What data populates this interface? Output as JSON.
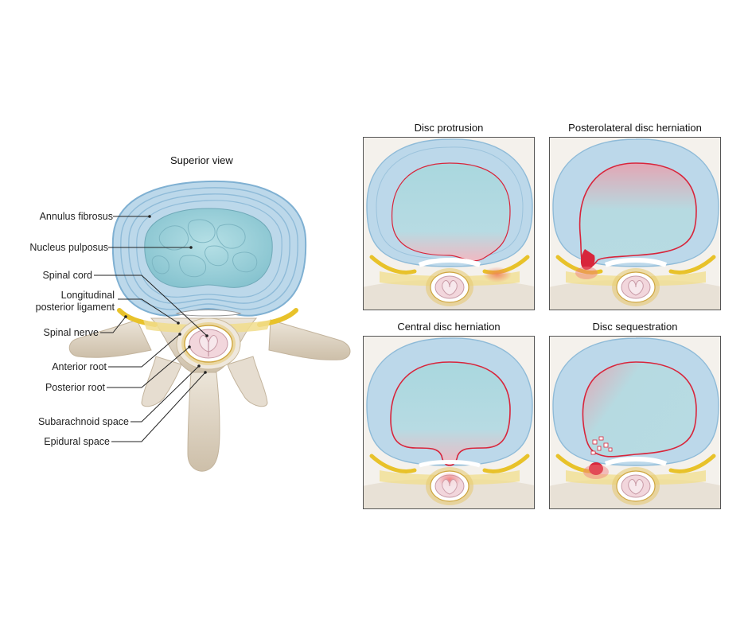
{
  "main": {
    "title": "Superior view",
    "labels": {
      "annulus": "Annulus fibrosus",
      "nucleus": "Nucleus pulposus",
      "cord": "Spinal cord",
      "ligament_1": "Longitudinal",
      "ligament_2": "posterior ligament",
      "nerve": "Spinal nerve",
      "anterior_root": "Anterior root",
      "posterior_root": "Posterior root",
      "subarachnoid": "Subarachnoid space",
      "epidural": "Epidural space"
    }
  },
  "panels": [
    {
      "title": "Disc protrusion"
    },
    {
      "title": "Posterolateral disc herniation"
    },
    {
      "title": "Central disc herniation"
    },
    {
      "title": "Disc sequestration"
    }
  ],
  "colors": {
    "annulus": "#bcd8ea",
    "annulus_ring": "#8fbbd8",
    "nucleus": "#9fd1da",
    "bone": "#e2d9cb",
    "bone_edge": "#c9bca8",
    "nerve": "#e8c22a",
    "cord": "#f2d6dc",
    "herniation": "#d8253b"
  }
}
